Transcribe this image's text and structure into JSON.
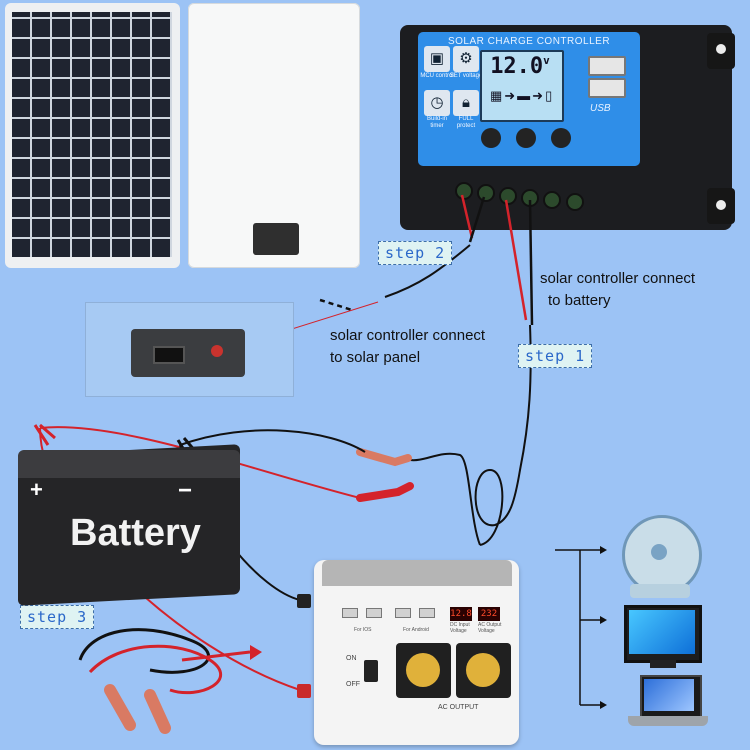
{
  "controller": {
    "title": "SOLAR CHARGE CONTROLLER",
    "voltage": "12.0",
    "voltage_unit": "v",
    "icon_labels": [
      "MCU control",
      "SET voltage",
      "Build-in timer",
      "FULL protect"
    ],
    "usb_label": "USB"
  },
  "steps": {
    "step1": "step 1",
    "step2": "step 2",
    "step3": "step 3"
  },
  "annotations": {
    "battery_note": [
      "solar controller connect",
      "to battery"
    ],
    "panel_note": [
      "solar controller connect",
      "to solar panel"
    ]
  },
  "battery": {
    "label": "Battery",
    "plus": "+",
    "minus": "−"
  },
  "inverter": {
    "display_left": "12.8",
    "display_right": "232",
    "display_left_label": "DC Input Voltage",
    "display_right_label": "AC Output Voltage",
    "usb_ios_label": "For IOS",
    "usb_android_label": "For Android",
    "switch_on": "ON",
    "switch_off": "OFF",
    "output_label": "AC   OUTPUT"
  },
  "colors": {
    "background": "#9cc3f5",
    "controller_face": "#2f8ee8",
    "red_wire": "#d4232b",
    "black_wire": "#111111",
    "step_text": "#2b68c9"
  },
  "appliances": [
    "fan-icon",
    "monitor-icon",
    "laptop-icon"
  ]
}
